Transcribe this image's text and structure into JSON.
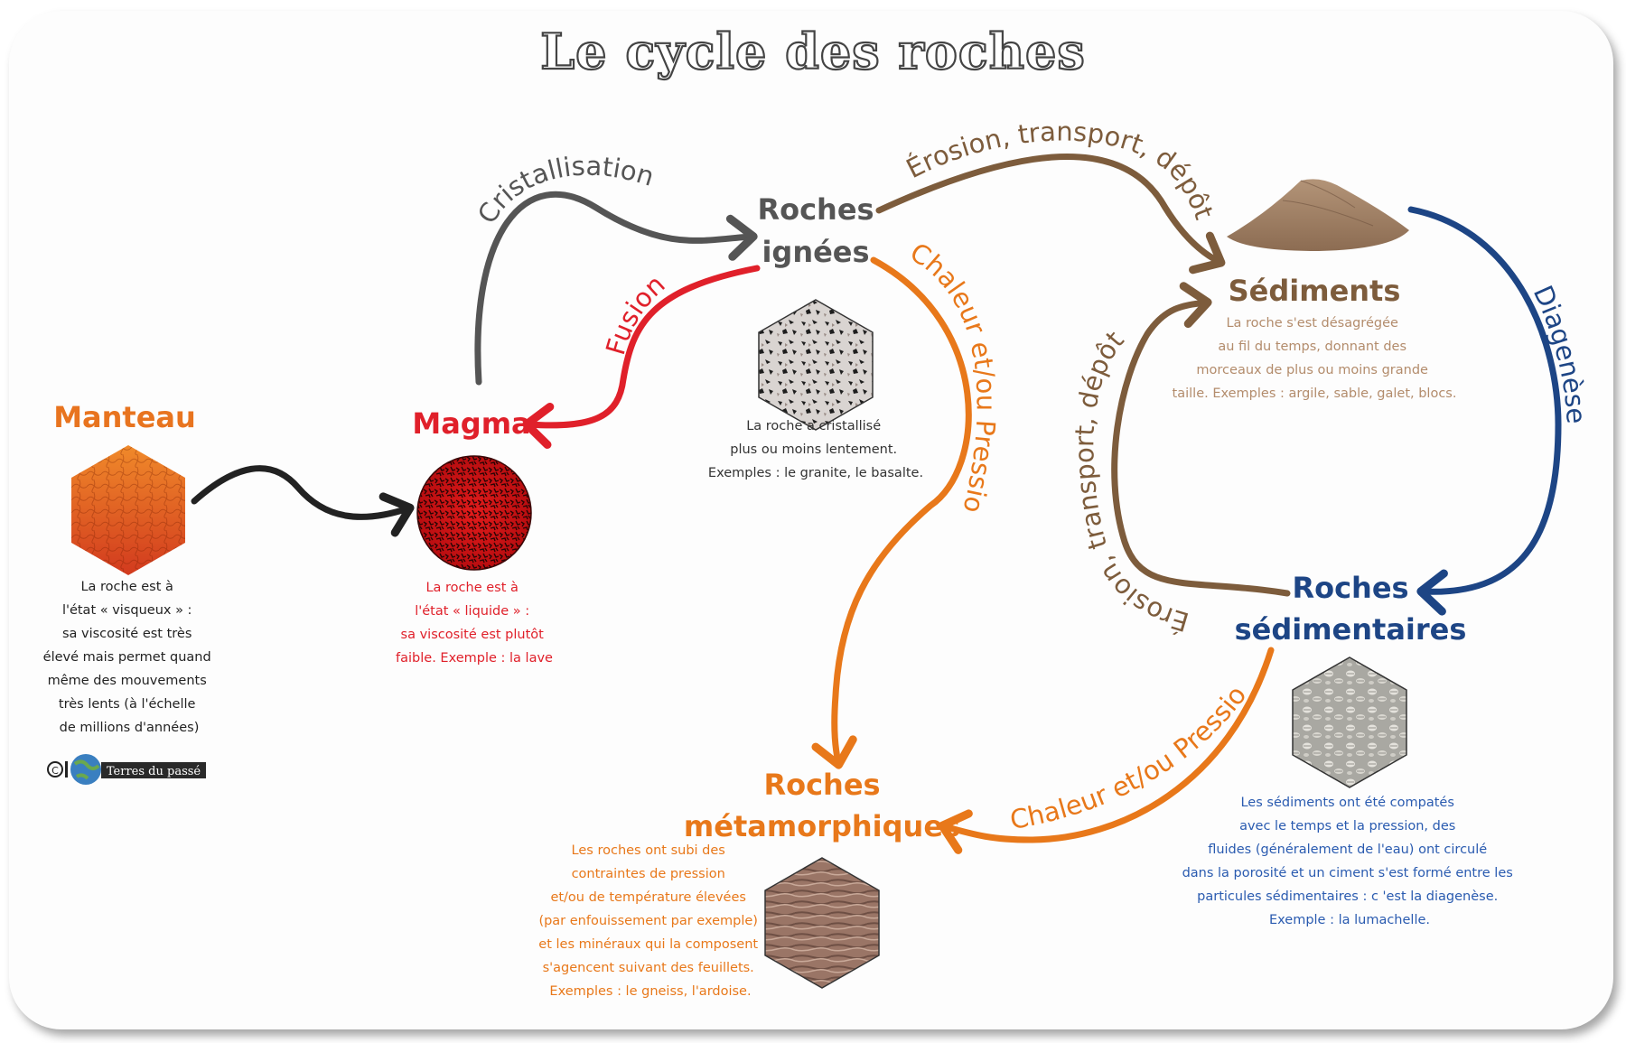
{
  "title": "Le cycle des roches",
  "nodes": {
    "manteau": {
      "label": "Manteau",
      "color": "#e8741f",
      "desc": [
        "La roche est à",
        "l'état « visqueux » :",
        "sa viscosité est très",
        "élevé mais permet quand",
        "même des mouvements",
        "très lents (à l'échelle",
        "de millions d'années)"
      ]
    },
    "magma": {
      "label": "Magma",
      "color": "#e0202a",
      "desc": [
        "La roche est à",
        "l'état « liquide » :",
        "sa viscosité est plutôt",
        "faible. Exemple : la lave"
      ]
    },
    "ignees": {
      "label_line1": "Roches",
      "label_line2": "ignées",
      "color": "#555555",
      "desc": [
        "La roche a cristallisé",
        "plus ou moins lentement.",
        "Exemples : le granite, le basalte."
      ]
    },
    "sediments": {
      "label": "Sédiments",
      "color": "#7d5c3c",
      "desc": [
        "La roche s'est désagrégée",
        "au fil du temps, donnant des",
        "morceaux de plus ou moins grande",
        "taille. Exemples : argile, sable, galet, blocs."
      ]
    },
    "sedimentaires": {
      "label_line1": "Roches",
      "label_line2": "sédimentaires",
      "color": "#1d4585",
      "desc": [
        "Les sédiments ont été compatés",
        "avec le temps et la pression, des",
        "fluides (généralement de l'eau) ont circulé",
        "dans la porosité et un ciment s'est formé entre les",
        "particules sédimentaires : c 'est la diagenèse.",
        "Exemple : la lumachelle."
      ]
    },
    "metamorphiques": {
      "label_line1": "Roches",
      "label_line2": "métamorphiques",
      "color": "#e8781a",
      "desc": [
        "Les roches ont subi des",
        "contraintes de pression",
        "et/ou de température élevées",
        "(par enfouissement par exemple)",
        "et les minéraux qui la composent",
        "s'agencent suivant des feuillets.",
        "Exemples : le gneiss, l'ardoise."
      ]
    }
  },
  "arrows": {
    "cristallisation": "Cristallisation",
    "fusion": "Fusion",
    "erosion_top": "Érosion, transport, dépôt",
    "erosion_side": "Érosion, transport, dépôt",
    "diagenese": "Diagenèse",
    "chaleur_ignees": "Chaleur et/ou Pression",
    "chaleur_sed": "Chaleur et/ou Pression"
  },
  "credit": "Terres du passé",
  "colors": {
    "gray": "#555555",
    "red": "#e0202a",
    "brown": "#7d5c3c",
    "blue": "#1d4585",
    "orange": "#e8781a",
    "black": "#222222"
  }
}
